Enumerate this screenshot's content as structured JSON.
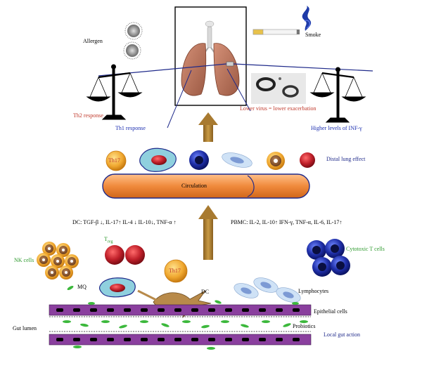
{
  "labels": {
    "allergen": "Allergen",
    "smoke": "Smoke",
    "th2_response": "Th2 response",
    "th1_response": "Th1 response",
    "lower_virus": "Lower virus = lower exacerbation",
    "higher_inf": "Higher levels of INF-γ",
    "th17": "Th17",
    "distal_lung_effect": "Distal lung effect",
    "circulation": "Circulation",
    "dc_cytokines": "DC: TGF-β ↓, IL-17↑ IL-4 ↓ IL-10↓, TNF-α ↑",
    "pbmc_cytokines": "PBMC: IL-2, IL-10↑ IFN-γ, TNF-α, IL-6, IL-17↑",
    "nk_cells": "NK cells",
    "treg_main": "T",
    "treg_sub": "reg",
    "cytotoxic_t_cells": "Cytotoxic T cells",
    "th17_gut": "Th17",
    "mq": "MQ",
    "dc": "DC",
    "lymphocytes": "Lymphocytes",
    "epithelial_cells": "Epithelial cells",
    "probiotics": "Probiotics",
    "gut_lumen": "Gut lumen",
    "local_gut_action": "Local gut action"
  },
  "colors": {
    "arrow": "#b8862b",
    "circulation": "#f08a3c",
    "epithelium": "#8a3f9e",
    "green_text": "#2e9a2e",
    "navy_text": "#1f2a8a",
    "red_text": "#c0392b",
    "th17_cell": "#f0a830",
    "treg_cell": "#c0202a",
    "lung": "#c87a5a"
  }
}
